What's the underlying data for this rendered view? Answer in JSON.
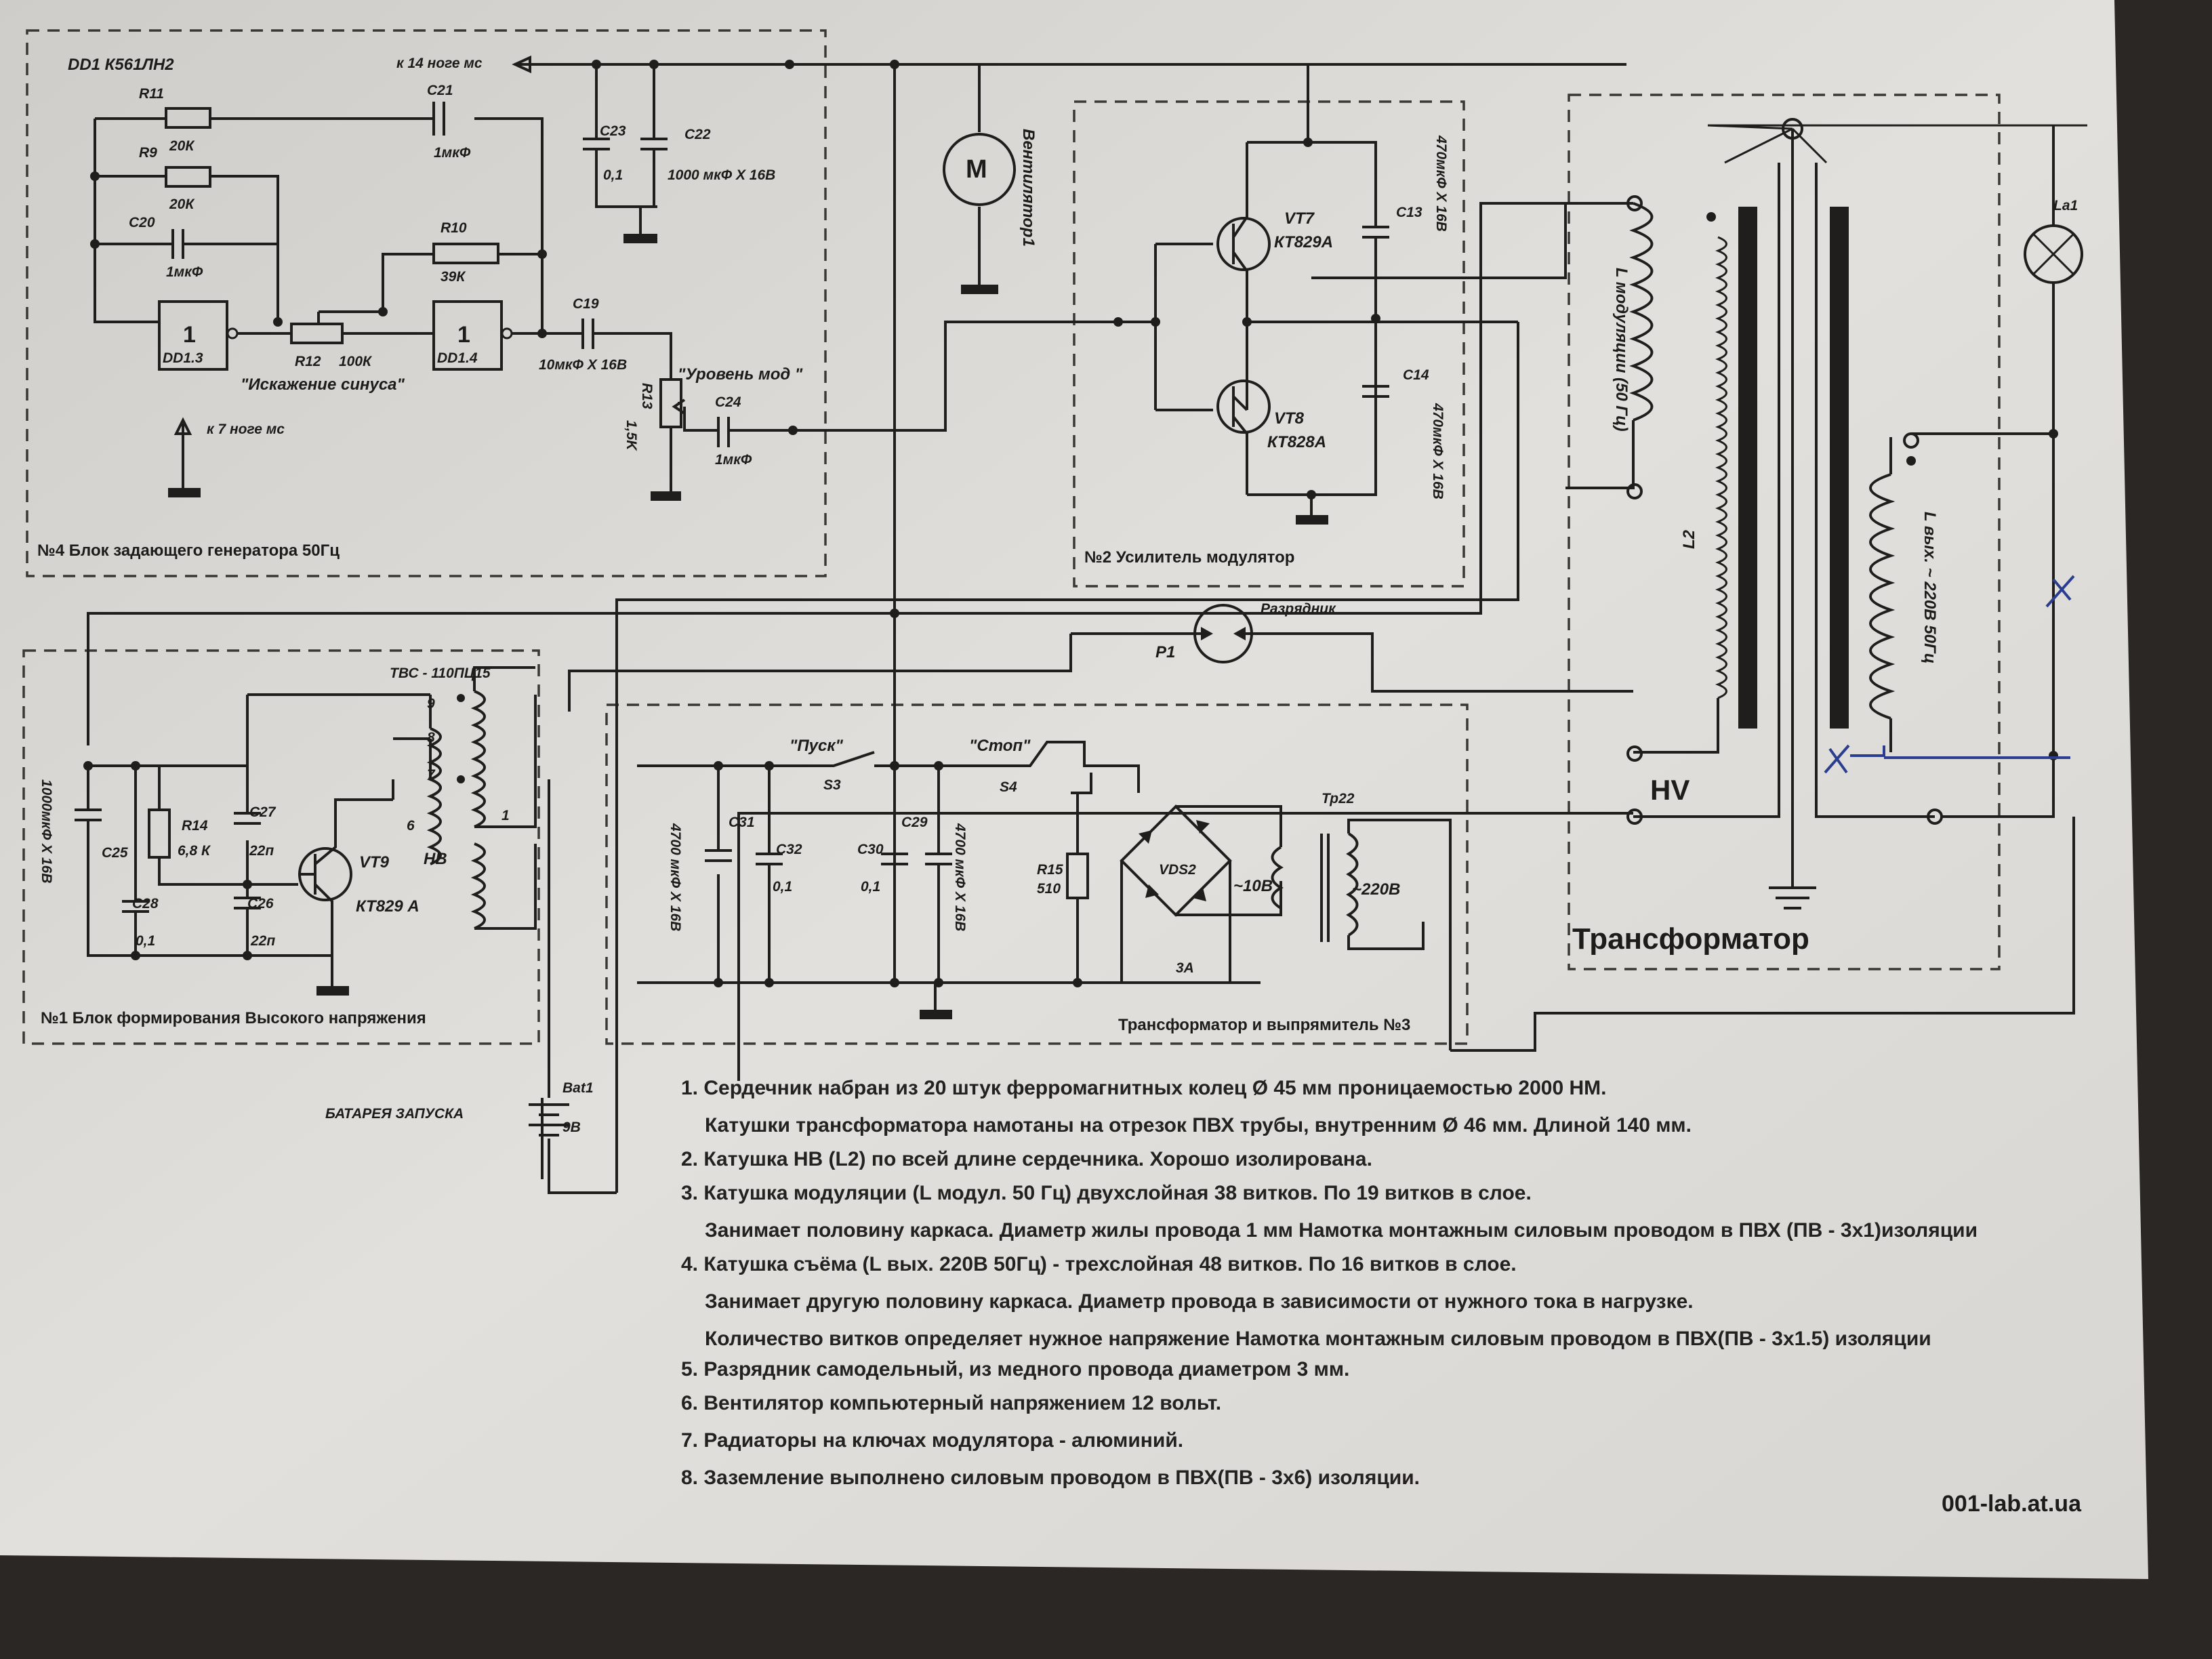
{
  "labels": {
    "dd1": "DD1 К561ЛН2",
    "to_pin14": "к 14 ноге мс",
    "to_pin7": "к 7 ноге мс",
    "r11": "R11",
    "r11_val": "20К",
    "c21": "C21",
    "c21_val": "1мкФ",
    "r9": "R9",
    "r9_val": "20К",
    "c20": "C20",
    "c20_val": "1мкФ",
    "r10": "R10",
    "r10_val": "39К",
    "dd13": "DD1.3",
    "dd14": "DD1.4",
    "inv": "1",
    "r12": "R12",
    "r12_val": "100К",
    "distortion": "\"Искажение синуса\"",
    "c19": "C19",
    "c19_val": "10мкФ Х 16В",
    "c23": "C23",
    "c23_val": "0,1",
    "c22": "C22",
    "c22_val": "1000 мкФ Х 16В",
    "level": "\"Уровень мод \"",
    "r13": "R13",
    "r13_val": "1,5K",
    "c24": "C24",
    "c24_val": "1мкФ",
    "fan": "Вентилятор1",
    "vt7": "VT7",
    "vt7_type": "КТ829А",
    "vt8": "VT8",
    "vt8_type": "КТ828А",
    "c13": "C13",
    "c13_val": "470мкФ Х 16В",
    "c14": "C14",
    "c14_val": "470мкФ Х 16В",
    "p1": "P1",
    "spark": "Разрядник",
    "l_mod": "L модуляции (50 Гц)",
    "l2": "L2",
    "hv": "HV",
    "l_out": "L вых. ~ 220В 50Гц",
    "la1": "La1",
    "transformer": "Трансформатор",
    "tvs": "ТВС - 110ПЦ15",
    "pin9": "9",
    "pin8": "8",
    "pin7": "7",
    "pin6": "6",
    "pin1": "1",
    "nv": "НВ",
    "c25": "C25",
    "c25_val": "1000мкФ Х 16В",
    "r14": "R14",
    "r14_val": "6,8 К",
    "c27": "C27",
    "c27_val": "22п",
    "c28": "C28",
    "c28_val": "0,1",
    "c26": "C26",
    "c26_val": "22п",
    "vt9": "VT9",
    "vt9_type": "КТ829 А",
    "pusk": "\"Пуск\"",
    "s3": "S3",
    "stop": "\"Стоп\"",
    "s4": "S4",
    "c31": "C31",
    "c31_val": "4700 мкФ Х 16В",
    "c32": "C32",
    "c32_val": "0,1",
    "c30": "C30",
    "c30_val": "0,1",
    "c29": "C29",
    "c29_val": "4700 мкФ Х 16В",
    "r15": "R15",
    "r15_val": "510",
    "vds2": "VDS2",
    "v10": "~10В",
    "v220": "~220В",
    "tr22": "Тр22",
    "amp3": "3А",
    "battery": "БАТАРЕЯ ЗАПУСКА",
    "bat1": "Bat1",
    "bat_val": "9В",
    "motor": "M"
  },
  "blocks": {
    "b4": "№4   Блок задающего генератора 50Гц",
    "b2": "№2  Усилитель модулятор",
    "b1": "№1     Блок формирования Высокого напряжения",
    "b3": "Трансформатор и выпрямитель  №3"
  },
  "notes": [
    "1. Сердечник набран из 20 штук ферромагнитных колец Ø 45 мм проницаемостью 2000 НМ.",
    "Катушки трансформатора намотаны на отрезок ПВХ трубы, внутренним Ø 46 мм. Длиной 140 мм.",
    "2. Катушка НВ (L2) по всей длине сердечника. Хорошо изолирована.",
    "3. Катушка модуляции (L модул. 50 Гц) двухслойная 38 витков. По 19 витков в слое.",
    "Занимает половину каркаса.  Диаметр жилы провода 1 мм Намотка монтажным силовым проводом в ПВХ (ПВ - 3х1)изоляции",
    "4. Катушка съёма (L вых. 220В 50Гц) - трехслойная 48 витков. По 16 витков в слое.",
    "Занимает другую половину каркаса. Диаметр провода в зависимости от нужного тока в нагрузке.",
    "Количество витков определяет нужное напряжение Намотка монтажным силовым проводом в ПВХ(ПВ - 3х1.5) изоляции",
    "5. Разрядник самодельный, из медного провода диаметром 3 мм.",
    "6. Вентилятор компьютерный напряжением 12 вольт.",
    "7. Радиаторы на ключах модулятора - алюминий.",
    "8. Заземление выполнено силовым проводом в ПВХ(ПВ - 3х6) изоляции."
  ],
  "website": "001-lab.at.ua",
  "colors": {
    "paper": "#dedcd8",
    "ink": "#1f1e1c",
    "background": "#2a2724",
    "pen": "#2b3d8f"
  }
}
